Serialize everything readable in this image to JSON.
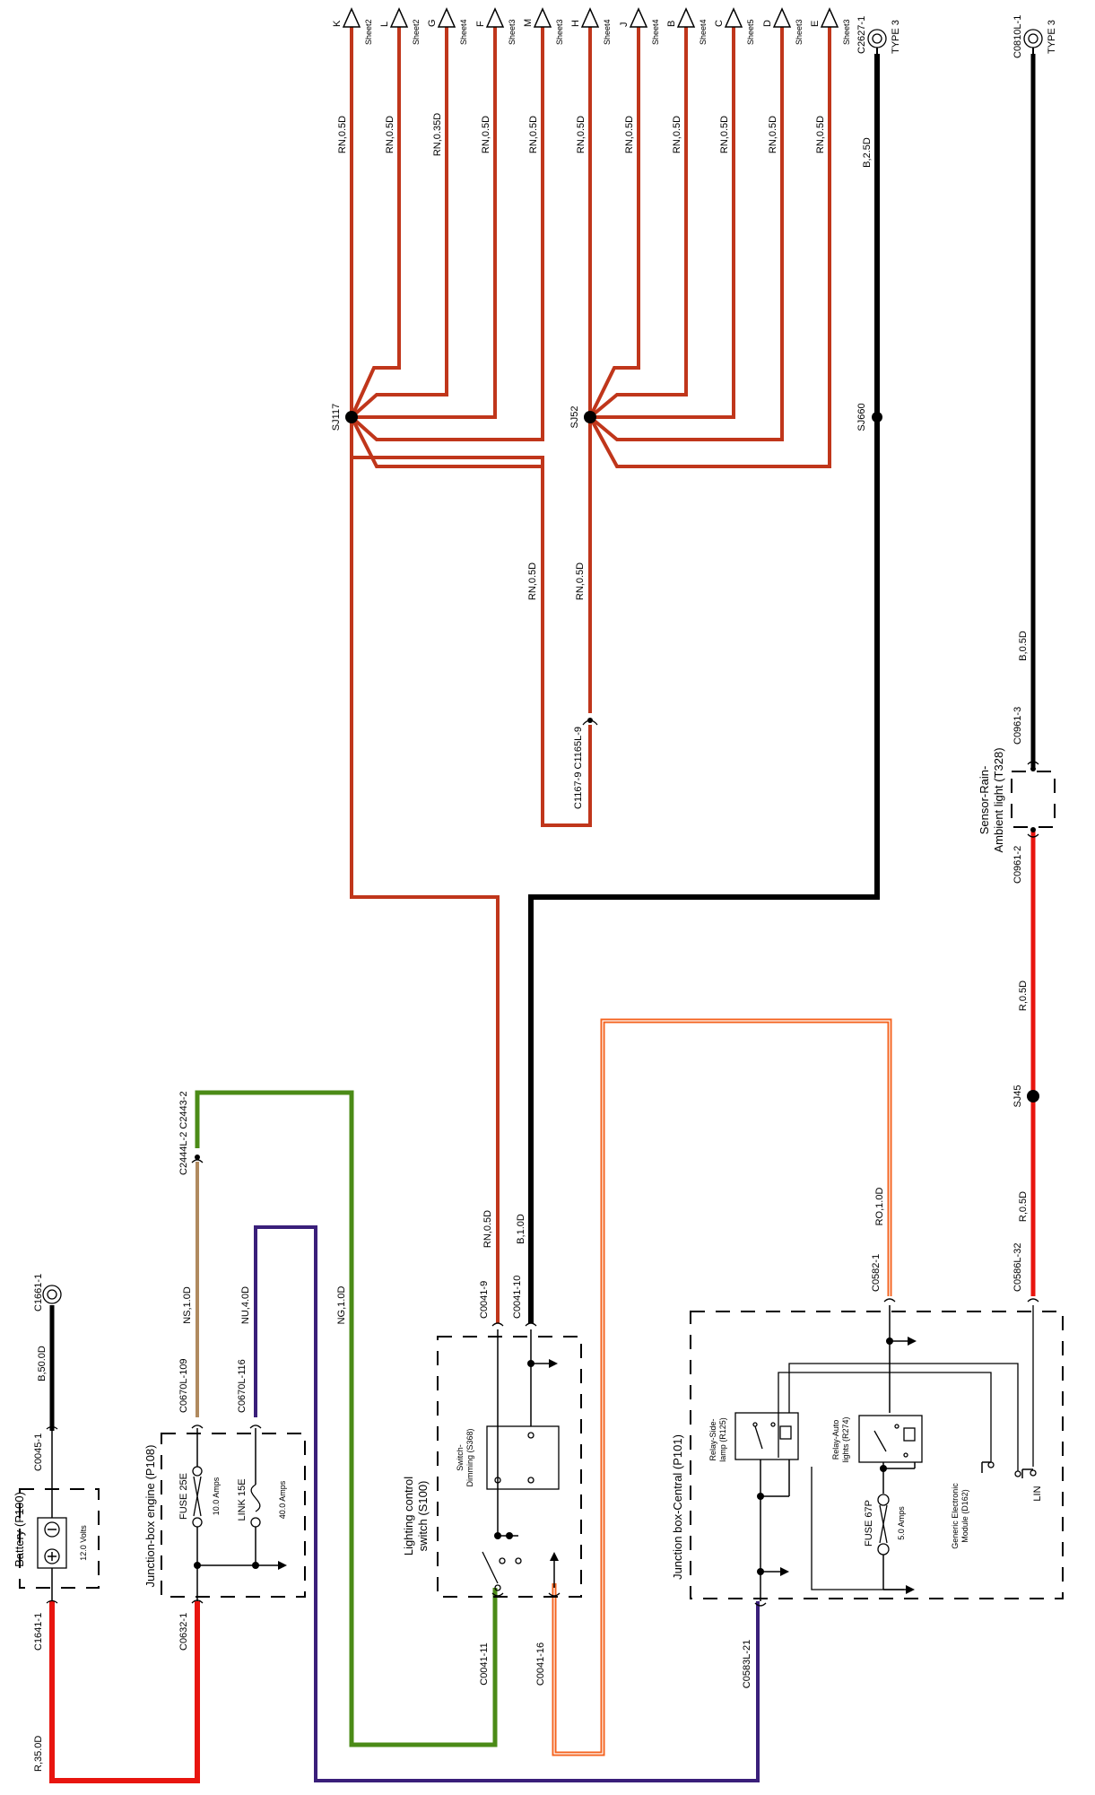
{
  "colors": {
    "red": "#e8150f",
    "rust": "#c0361b",
    "black": "#000000",
    "green": "#4b8b17",
    "tan": "#b08a5f",
    "navy": "#3a1f7a",
    "orange": "#f4621d"
  },
  "top_connectors": [
    {
      "letter": "K",
      "sheet": "Sheet2",
      "wire": "RN,0.5D"
    },
    {
      "letter": "L",
      "sheet": "Sheet2",
      "wire": "RN,0.5D"
    },
    {
      "letter": "G",
      "sheet": "Sheet4",
      "wire": "RN,0.35D"
    },
    {
      "letter": "F",
      "sheet": "Sheet3",
      "wire": "RN,0.5D"
    },
    {
      "letter": "M",
      "sheet": "Sheet3",
      "wire": "RN,0.5D"
    },
    {
      "letter": "H",
      "sheet": "Sheet4",
      "wire": "RN,0.5D"
    },
    {
      "letter": "J",
      "sheet": "Sheet4",
      "wire": "RN,0.5D"
    },
    {
      "letter": "B",
      "sheet": "Sheet4",
      "wire": "RN,0.5D"
    },
    {
      "letter": "C",
      "sheet": "Sheet5",
      "wire": "RN,0.5D"
    },
    {
      "letter": "D",
      "sheet": "Sheet3",
      "wire": "RN,0.5D"
    },
    {
      "letter": "E",
      "sheet": "Sheet3",
      "wire": "RN,0.5D"
    }
  ],
  "ground_connectors": [
    {
      "id": "C2627-1",
      "type": "TYPE 3",
      "wire": "B,2.5D"
    },
    {
      "id": "C0810L-1",
      "type": "TYPE 3",
      "wire": "B,0.5D"
    }
  ],
  "splices": {
    "sj117": "SJ117",
    "sj52": "SJ52",
    "sj660": "SJ660",
    "sj45": "SJ45"
  },
  "mid_wires": {
    "w1": "RN,0.5D",
    "w2": "RN,0.5D"
  },
  "inline_connector": "C1167-9 C1165L-9",
  "sensor": {
    "title1": "Sensor-Rain-",
    "title2": "Ambient light (T328)",
    "pin_top": "C0961-3",
    "pin_bottom": "C0961-2",
    "wire_upper": "R,0.5D",
    "wire_lower": "R,0.5D",
    "pin_jb": "C0586L-32"
  },
  "battery": {
    "title": "Battery (P100)",
    "voltage": "12.0 Volts",
    "pin_top": "C0045-1",
    "wire_top": "B,50.0D",
    "ground": "C1661-1",
    "pin_bottom": "C1641-1",
    "wire_bottom": "R,35.0D"
  },
  "jb_engine": {
    "title": "Junction-box engine (P108)",
    "fuse": "FUSE 25E",
    "fuse_rating": "10.0 Amps",
    "link": "LINK 15E",
    "link_rating": "40.0 Amps",
    "pin_fuse": "C0670L-109",
    "pin_link": "C0670L-116",
    "wire_fuse": "NS,1.0D",
    "wire_link": "NU,4.0D",
    "pin_bottom": "C0632-1",
    "inline": "C2444L-2 C2443-2",
    "wire_green": "NG,1.0D"
  },
  "lighting_switch": {
    "title1": "Lighting control",
    "title2": "switch (S100)",
    "dimming1": "Switch-",
    "dimming2": "Dimming (S368)",
    "pin9": "C0041-9",
    "pin10": "C0041-10",
    "wire9": "RN,0.5D",
    "wire10": "B,1.0D",
    "pin11": "C0041-11",
    "pin16": "C0041-16"
  },
  "jb_central": {
    "title": "Junction box-Central (P101)",
    "relay1a": "Relay-Side-",
    "relay1b": "lamp (R125)",
    "relay2a": "Relay-Auto",
    "relay2b": "lights (R274)",
    "fuse": "FUSE 67P",
    "fuse_rating": "5.0 Amps",
    "gem1": "Generic Electronic",
    "gem2": "Module (D162)",
    "lin": "LIN",
    "pin_top": "C0582-1",
    "wire_top": "RO,1.0D",
    "pin_bottom": "C0583L-21"
  }
}
